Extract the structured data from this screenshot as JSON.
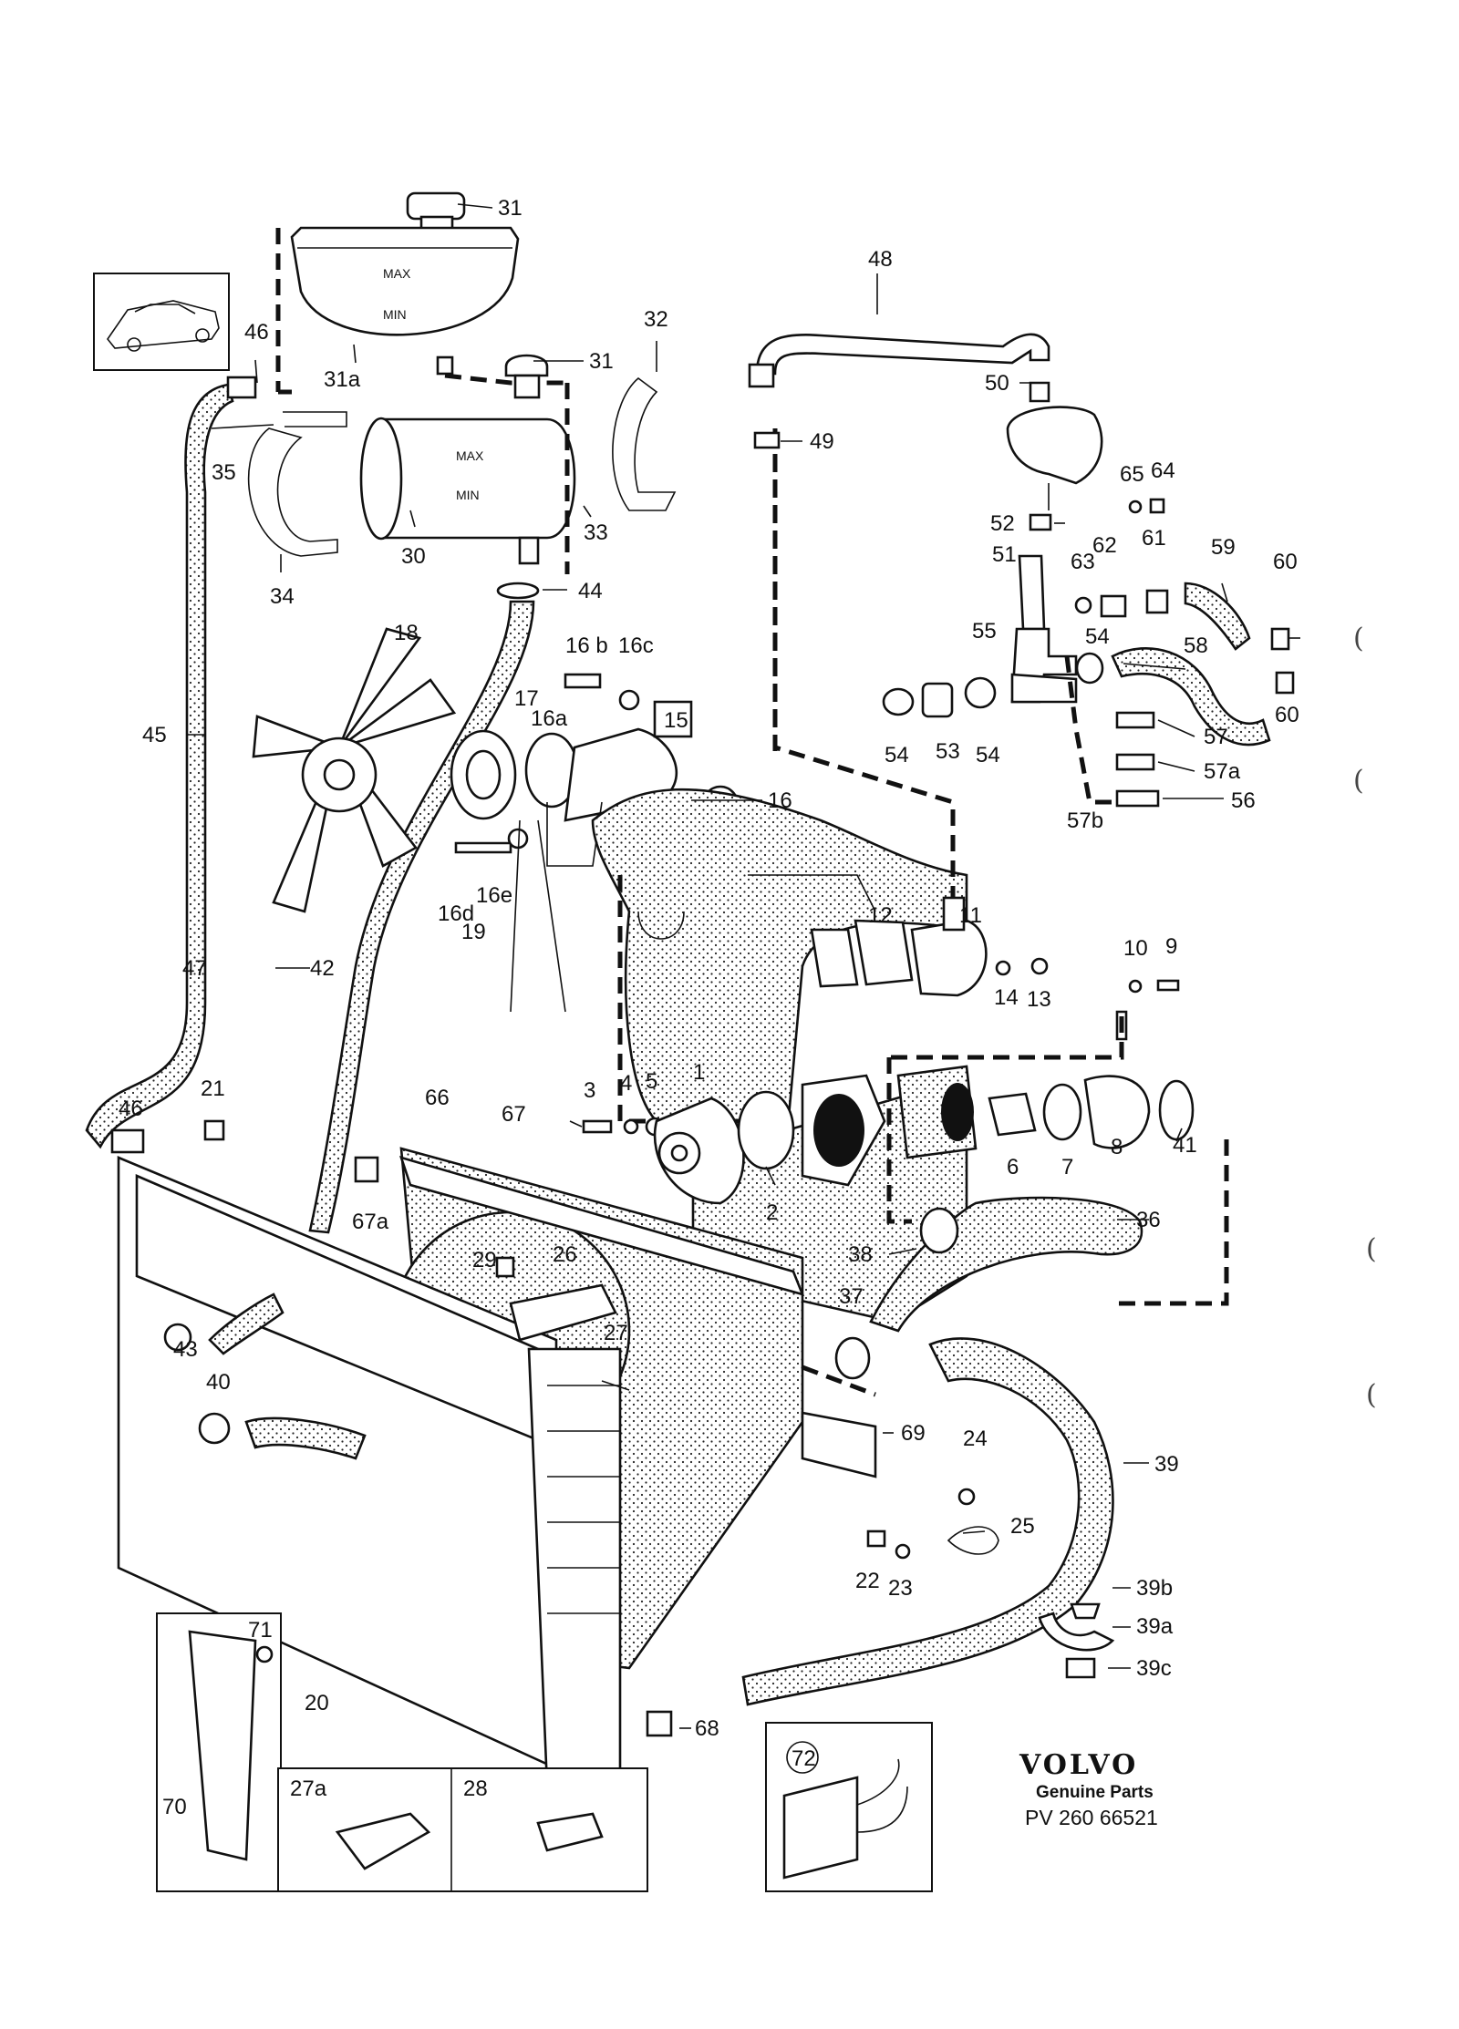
{
  "brand": {
    "logo": "VOLVO",
    "subtitle": "Genuine Parts",
    "code": "PV 260 66521"
  },
  "tank_text": {
    "upper_max": "MAX",
    "upper_min": "MIN",
    "lower_max": "MAX",
    "lower_min": "MIN"
  },
  "margin_marks": [
    "(",
    "(",
    "(",
    "("
  ],
  "callouts": [
    {
      "id": "31",
      "text": "31"
    },
    {
      "id": "31-lower",
      "text": "31"
    },
    {
      "id": "31a",
      "text": "31a"
    },
    {
      "id": "46-top",
      "text": "46"
    },
    {
      "id": "35",
      "text": "35"
    },
    {
      "id": "30",
      "text": "30"
    },
    {
      "id": "34",
      "text": "34"
    },
    {
      "id": "32",
      "text": "32"
    },
    {
      "id": "33",
      "text": "33"
    },
    {
      "id": "44",
      "text": "44"
    },
    {
      "id": "48",
      "text": "48"
    },
    {
      "id": "50",
      "text": "50"
    },
    {
      "id": "49",
      "text": "49"
    },
    {
      "id": "65",
      "text": "65"
    },
    {
      "id": "64",
      "text": "64"
    },
    {
      "id": "52",
      "text": "52"
    },
    {
      "id": "51",
      "text": "51"
    },
    {
      "id": "63",
      "text": "63"
    },
    {
      "id": "62",
      "text": "62"
    },
    {
      "id": "61",
      "text": "61"
    },
    {
      "id": "59",
      "text": "59"
    },
    {
      "id": "60-top",
      "text": "60"
    },
    {
      "id": "55",
      "text": "55"
    },
    {
      "id": "54-right",
      "text": "54"
    },
    {
      "id": "58",
      "text": "58"
    },
    {
      "id": "60-bottom",
      "text": "60"
    },
    {
      "id": "54-left",
      "text": "54"
    },
    {
      "id": "53",
      "text": "53"
    },
    {
      "id": "54-mid",
      "text": "54"
    },
    {
      "id": "57",
      "text": "57"
    },
    {
      "id": "57a",
      "text": "57a"
    },
    {
      "id": "56",
      "text": "56"
    },
    {
      "id": "57b",
      "text": "57b"
    },
    {
      "id": "18",
      "text": "18"
    },
    {
      "id": "16b",
      "text": "16 b"
    },
    {
      "id": "16c",
      "text": "16c"
    },
    {
      "id": "17",
      "text": "17"
    },
    {
      "id": "16a",
      "text": "16a"
    },
    {
      "id": "15",
      "text": "15"
    },
    {
      "id": "16",
      "text": "16"
    },
    {
      "id": "45",
      "text": "45"
    },
    {
      "id": "16d",
      "text": "16d"
    },
    {
      "id": "16e",
      "text": "16e"
    },
    {
      "id": "19",
      "text": "19"
    },
    {
      "id": "12",
      "text": "12"
    },
    {
      "id": "11",
      "text": "11"
    },
    {
      "id": "14",
      "text": "14"
    },
    {
      "id": "13",
      "text": "13"
    },
    {
      "id": "10",
      "text": "10"
    },
    {
      "id": "9",
      "text": "9"
    },
    {
      "id": "47",
      "text": "47"
    },
    {
      "id": "42",
      "text": "42"
    },
    {
      "id": "3",
      "text": "3"
    },
    {
      "id": "4",
      "text": "4"
    },
    {
      "id": "5",
      "text": "5"
    },
    {
      "id": "1",
      "text": "1"
    },
    {
      "id": "2",
      "text": "2"
    },
    {
      "id": "6",
      "text": "6"
    },
    {
      "id": "7",
      "text": "7"
    },
    {
      "id": "8",
      "text": "8"
    },
    {
      "id": "41",
      "text": "41"
    },
    {
      "id": "21",
      "text": "21"
    },
    {
      "id": "46-bottom",
      "text": "46"
    },
    {
      "id": "66",
      "text": "66"
    },
    {
      "id": "67",
      "text": "67"
    },
    {
      "id": "67a",
      "text": "67a"
    },
    {
      "id": "36",
      "text": "36"
    },
    {
      "id": "38",
      "text": "38"
    },
    {
      "id": "29",
      "text": "29"
    },
    {
      "id": "26",
      "text": "26"
    },
    {
      "id": "27",
      "text": "27"
    },
    {
      "id": "37",
      "text": "37"
    },
    {
      "id": "43",
      "text": "43"
    },
    {
      "id": "40",
      "text": "40"
    },
    {
      "id": "69",
      "text": "69"
    },
    {
      "id": "24",
      "text": "24"
    },
    {
      "id": "39",
      "text": "39"
    },
    {
      "id": "25",
      "text": "25"
    },
    {
      "id": "22",
      "text": "22"
    },
    {
      "id": "23",
      "text": "23"
    },
    {
      "id": "39b",
      "text": "39b"
    },
    {
      "id": "39a",
      "text": "39a"
    },
    {
      "id": "39c",
      "text": "39c"
    },
    {
      "id": "71",
      "text": "71"
    },
    {
      "id": "20",
      "text": "20"
    },
    {
      "id": "68",
      "text": "68"
    },
    {
      "id": "72",
      "text": "72"
    },
    {
      "id": "70",
      "text": "70"
    },
    {
      "id": "27a",
      "text": "27a"
    },
    {
      "id": "28",
      "text": "28"
    }
  ]
}
